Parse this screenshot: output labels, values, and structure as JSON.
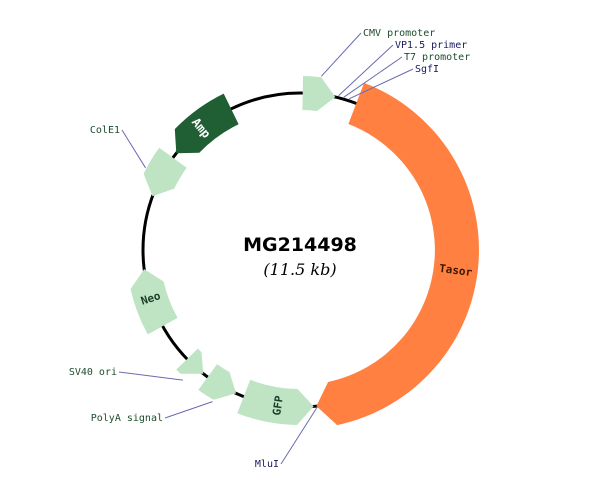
{
  "plasmid": {
    "name": "MG214498",
    "size": "(11.5 kb)"
  },
  "features": [
    {
      "id": "tasor",
      "label": "Tasor",
      "kind": "gene",
      "color": "#ff8040"
    },
    {
      "id": "gfp",
      "label": "GFP",
      "kind": "gene",
      "color": "#bfe4c4"
    },
    {
      "id": "amp",
      "label": "Amp",
      "kind": "gene",
      "color": "#1f5f33"
    },
    {
      "id": "neo",
      "label": "Neo",
      "kind": "gene",
      "color": "#bfe4c4"
    },
    {
      "id": "cmv",
      "label": "CMV promoter",
      "kind": "promoter",
      "color": "#bfe4c4"
    },
    {
      "id": "cole1",
      "label": "ColE1",
      "kind": "origin",
      "color": "#bfe4c4"
    },
    {
      "id": "sv40",
      "label": "SV40 ori",
      "kind": "origin",
      "color": "#bfe4c4"
    },
    {
      "id": "polya",
      "label": "PolyA signal",
      "kind": "terminator",
      "color": "#bfe4c4"
    }
  ],
  "markers": [
    {
      "id": "vp15",
      "label": "VP1.5 primer",
      "kind": "primer"
    },
    {
      "id": "t7",
      "label": "T7 promoter",
      "kind": "primer"
    },
    {
      "id": "sgfi",
      "label": "SgfI",
      "kind": "restriction-site"
    },
    {
      "id": "mlui",
      "label": "MluI",
      "kind": "restriction-site"
    }
  ],
  "colors": {
    "backbone": "#000000",
    "label_green": "#1e4d2b",
    "label_navy": "#1a1a5e",
    "leader_line": "#6a6ab0"
  }
}
